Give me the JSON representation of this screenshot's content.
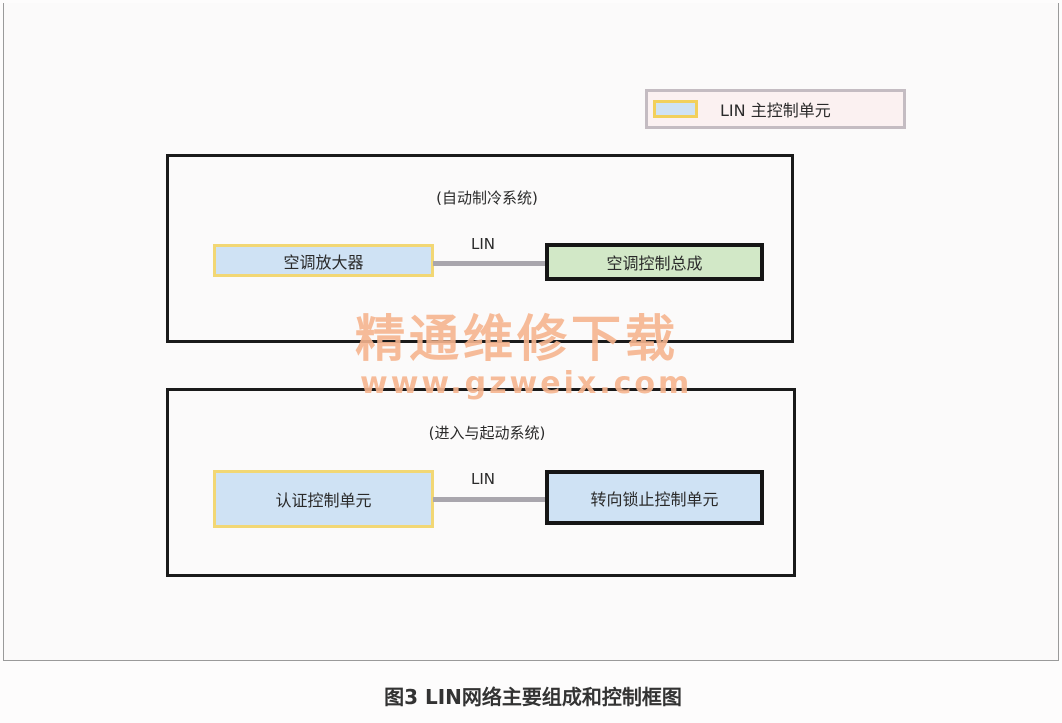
{
  "legend": {
    "label": "LIN 主控制单元",
    "master_color": "#cfe2f4",
    "master_border": "#f2d05c"
  },
  "systems": [
    {
      "title": "(自动制冷系统)",
      "master": "空调放大器",
      "link": "LIN",
      "slave": "空调控制总成",
      "slave_color": "#d2e8c7"
    },
    {
      "title": "(进入与起动系统)",
      "master": "认证控制单元",
      "link": "LIN",
      "slave": "转向锁止控制单元",
      "slave_color": "#cfe2f4"
    }
  ],
  "watermark": {
    "title": "精通维修下载",
    "url": "www.gzweix.com"
  },
  "caption": "图3 LIN网络主要组成和控制框图"
}
